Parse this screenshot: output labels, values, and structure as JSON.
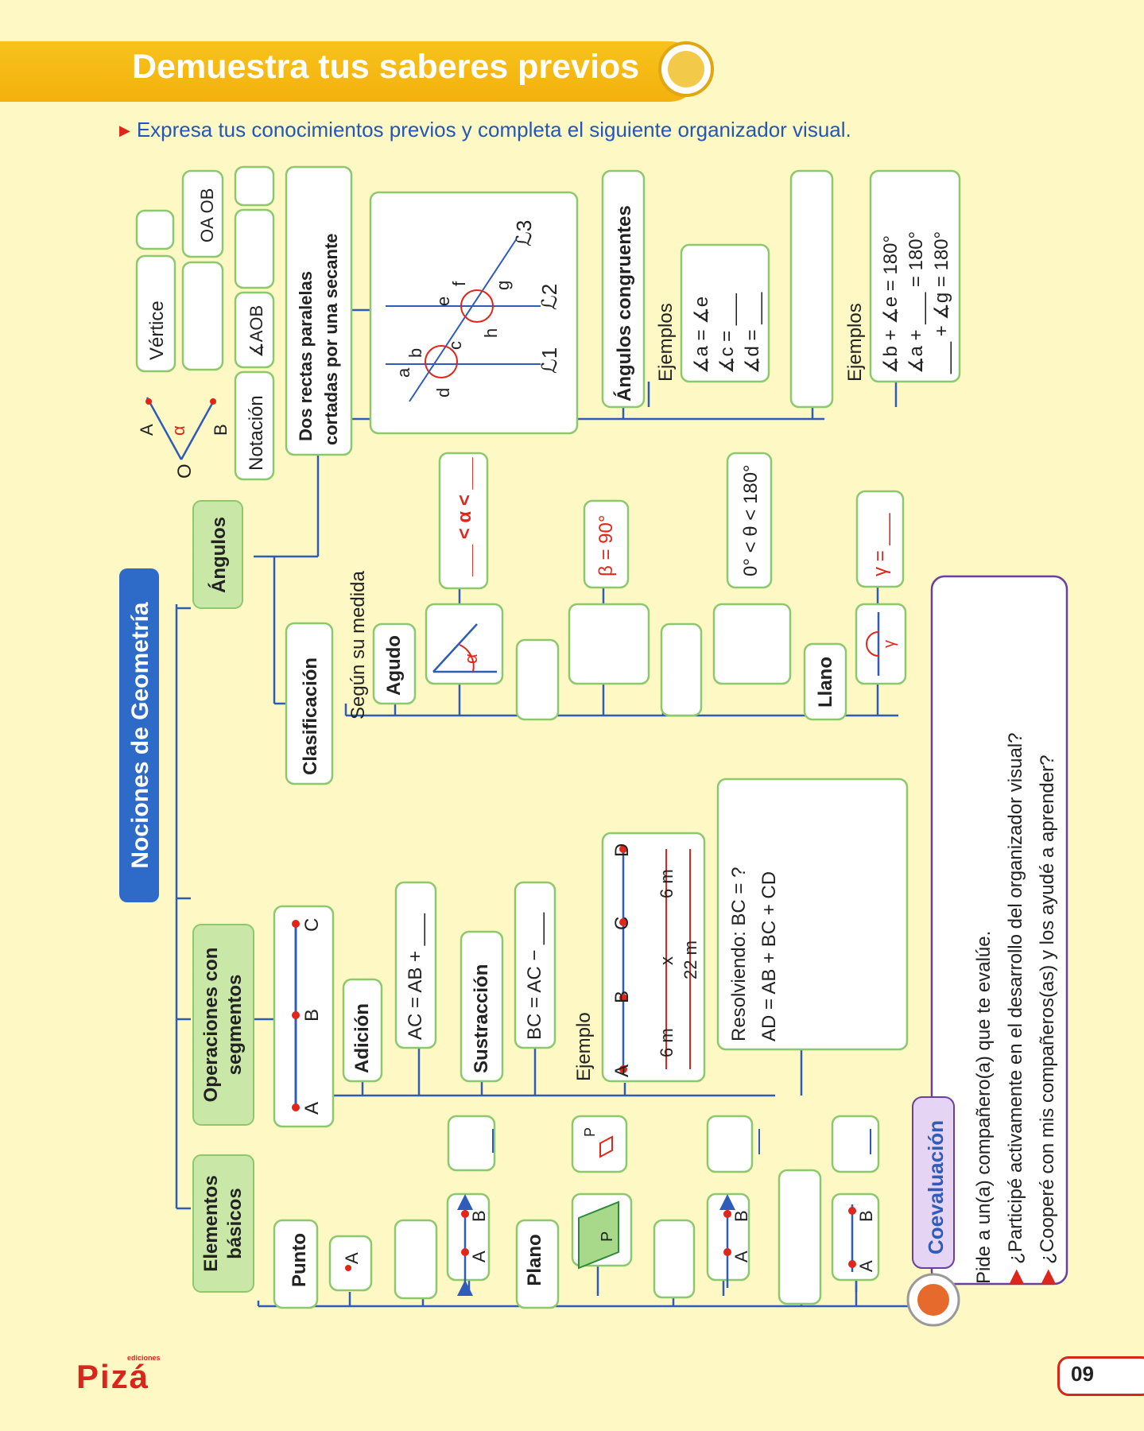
{
  "header": {
    "title": "Demuestra tus saberes previos",
    "badge_icon": "network-dots-icon"
  },
  "instruction": "Expresa tus conocimientos previos y completa el siguiente organizador visual.",
  "center": "Nociones de Geometría",
  "branches": {
    "elementos": "Elementos básicos",
    "operaciones": "Operaciones con segmentos",
    "angulos": "Ángulos"
  },
  "elementos": {
    "punto": "Punto",
    "plano": "Plano",
    "A": "A",
    "B": "B",
    "P": "P"
  },
  "operaciones": {
    "A": "A",
    "B": "B",
    "C": "C",
    "D": "D",
    "adicion": "Adición",
    "adicion_formula": "AC = AB + ___",
    "sustraccion": "Sustracción",
    "sustraccion_formula": "BC = AC − ___",
    "ejemplo": "Ejemplo",
    "m1": "6 m",
    "mx": "x",
    "m2": "6 m",
    "mtotal": "22 m",
    "resolviendo": "Resolviendo: BC = ?",
    "res_formula": "AD = AB + BC + CD"
  },
  "angulos": {
    "vertice": "Vértice",
    "notacion": "Notación",
    "aob": "∡AOB",
    "oa_ob": "OA  OB",
    "O": "O",
    "A": "A",
    "B": "B",
    "alpha": "α",
    "rectas": [
      "Dos rectas paralelas",
      "cortadas por una secante"
    ],
    "congruentes": "Ángulos congruentes",
    "ejemplos": "Ejemplos",
    "cong_ex": [
      "∡a = ∡e",
      "∡c = ___",
      "∡d = ___"
    ],
    "sup_ex": [
      "∡b + ∡e = 180°",
      "∡a + ___ = 180°",
      "___ + ∡g = 180°"
    ],
    "L1": "ℒ1",
    "L2": "ℒ2",
    "L3": "ℒ3",
    "letters": [
      "a",
      "b",
      "c",
      "d",
      "e",
      "f",
      "g",
      "h"
    ],
    "clasificacion": "Clasificación",
    "segun": "Según su medida",
    "agudo": "Agudo",
    "agudo_formula": "___ < α < ___",
    "beta": "β = 90°",
    "theta": "0° < θ < 180°",
    "llano": "Llano",
    "gamma": "γ = ___",
    "gamma_sym": "γ"
  },
  "coevaluacion": {
    "title": "Coevaluación",
    "intro": "Pide a un(a) compañero(a) que te evalúe.",
    "items": [
      "¿Participé activamente en el desarrollo del organizador visual?",
      "¿Cooperé con mis compañeros(as) y los ayudé a aprender?"
    ]
  },
  "footer": {
    "logo": "Pizá",
    "logo_sub": "ediciones",
    "page": "09"
  },
  "colors": {
    "accent": "#f7c21b",
    "blue": "#2e5cb8",
    "green": "#8dc86d",
    "green_bg": "#c9e8a8",
    "red": "#e0261b",
    "purple": "#6b3fa0"
  }
}
